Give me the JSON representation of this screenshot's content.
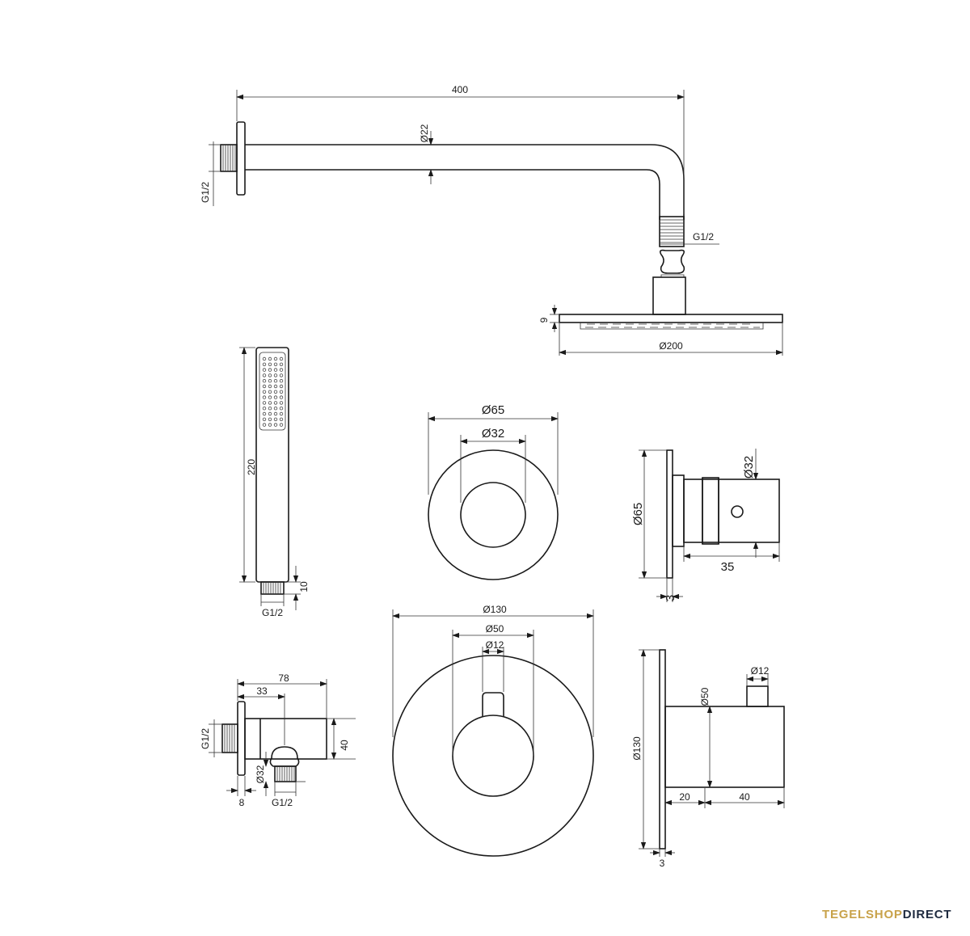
{
  "logo": {
    "part1": "TEGELSHOP",
    "part2": "DIRECT",
    "color_gold": "#c8a24a",
    "color_navy": "#1e2a3f"
  },
  "labels": {
    "arm_length": "400",
    "arm_dia": "Ø22",
    "wall_thread": "G1/2",
    "arm_thread": "G1/2",
    "head_height": "9",
    "head_dia": "Ø200",
    "hand_length": "220",
    "hand_thread_len": "10",
    "hand_thread": "G1/2",
    "small_plate_dia": "Ø65",
    "small_knob_dia": "Ø32",
    "side_plate_dia": "Ø65",
    "side_knob_dia": "Ø32",
    "side_depth": "35",
    "side_plate_thk": "3",
    "outlet_total": "78",
    "outlet_offset": "33",
    "outlet_wall_thread": "G1/2",
    "outlet_height": "40",
    "outlet_conn_dia": "Ø32",
    "outlet_plate_thk": "8",
    "outlet_thread": "G1/2",
    "big_plate_dia": "Ø130",
    "big_knob_dia": "Ø50",
    "big_stem_dia": "Ø12",
    "mix_stem_dia": "Ø12",
    "mix_body_dia": "Ø50",
    "mix_plate_dia": "Ø130",
    "mix_offset": "20",
    "mix_depth": "40",
    "mix_plate_thk": "3"
  }
}
